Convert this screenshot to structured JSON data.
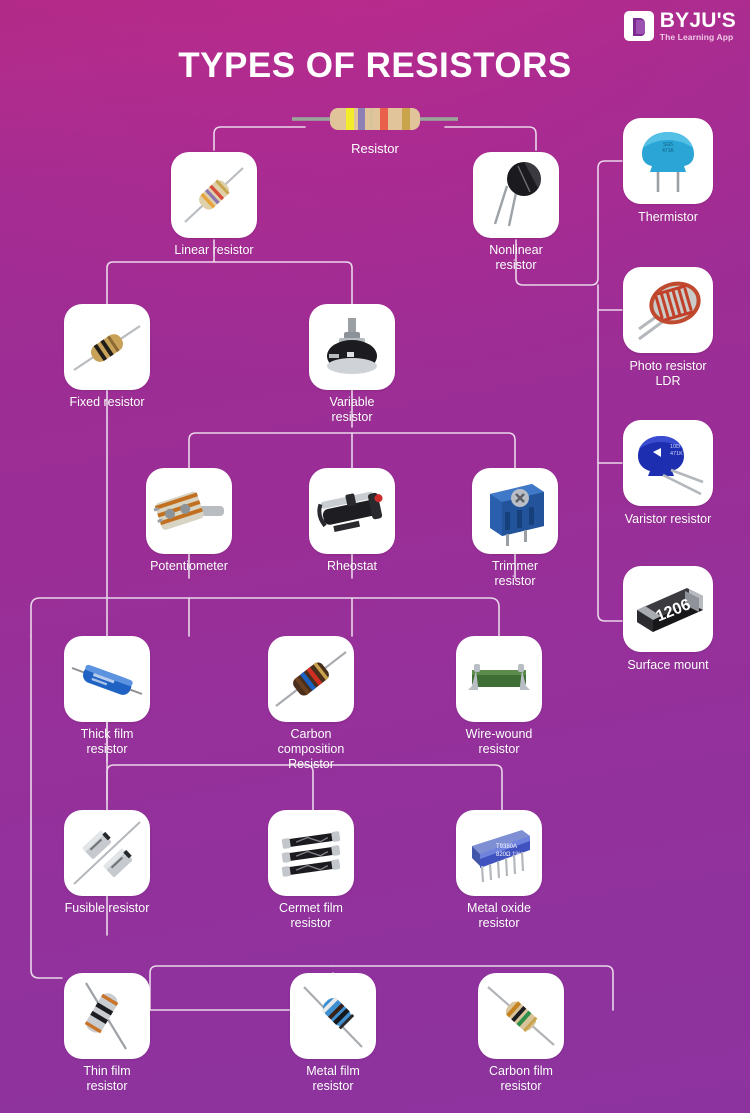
{
  "brand": {
    "name": "BYJU'S",
    "tagline": "The Learning App",
    "logo_icon": "byjus-book-icon"
  },
  "header": {
    "title": "TYPES OF RESISTORS"
  },
  "colors": {
    "background_top": "#b02a86",
    "background_bottom": "#8d339f",
    "card_background": "#ffffff",
    "label_text": "#ffffff",
    "connector": "#e8d4e8"
  },
  "root": {
    "label": "Resistor",
    "icon": "axial-resistor-icon"
  },
  "nodes": {
    "linear": {
      "label": "Linear resistor",
      "icon": "carbon-film-resistor-icon"
    },
    "nonlinear": {
      "label": "Nonlinear resistor",
      "icon": "thermistor-disc-icon"
    },
    "fixed": {
      "label": "Fixed resistor",
      "icon": "fixed-resistor-icon"
    },
    "variable": {
      "label": "Variable resistor",
      "icon": "rotary-potentiometer-icon"
    },
    "potentiometer": {
      "label": "Potentiometer",
      "icon": "multi-gang-potentiometer-icon"
    },
    "rheostat": {
      "label": "Rheostat",
      "icon": "tubular-rheostat-icon"
    },
    "trimmer": {
      "label": "Trimmer  resistor",
      "icon": "blue-trimmer-pot-icon"
    },
    "thick_film": {
      "label": "Thick film resistor",
      "icon": "blue-thick-film-resistor-icon"
    },
    "carbon_composition": {
      "label": "Carbon composition\nResistor",
      "icon": "carbon-composition-resistor-icon"
    },
    "wire_wound": {
      "label": "Wire-wound\nresistor",
      "icon": "green-wirewound-resistor-icon"
    },
    "fusible": {
      "label": "Fusible resistor",
      "icon": "fusible-resistor-icon"
    },
    "cermet": {
      "label": "Cermet film resistor",
      "icon": "cermet-film-resistor-icon"
    },
    "metal_oxide": {
      "label": "Metal oxide resistor",
      "icon": "metal-oxide-resistor-network-icon"
    },
    "thin_film": {
      "label": "Thin film resistor",
      "icon": "thin-film-resistor-icon"
    },
    "metal_film": {
      "label": "Metal film resistor",
      "icon": "metal-film-resistor-icon"
    },
    "carbon_film": {
      "label": "Carbon film resistor",
      "icon": "carbon-film-resistor-icon"
    },
    "thermistor": {
      "label": "Thermistor",
      "icon": "blue-thermistor-icon"
    },
    "photo_resistor": {
      "label": "Photo resistor\nLDR",
      "icon": "ldr-photoresistor-icon"
    },
    "varistor": {
      "label": "Varistor resistor",
      "icon": "blue-varistor-disc-icon"
    },
    "surface_mount": {
      "label": "Surface mount",
      "icon": "smd-chip-resistor-icon",
      "chip_code": "1206"
    }
  }
}
